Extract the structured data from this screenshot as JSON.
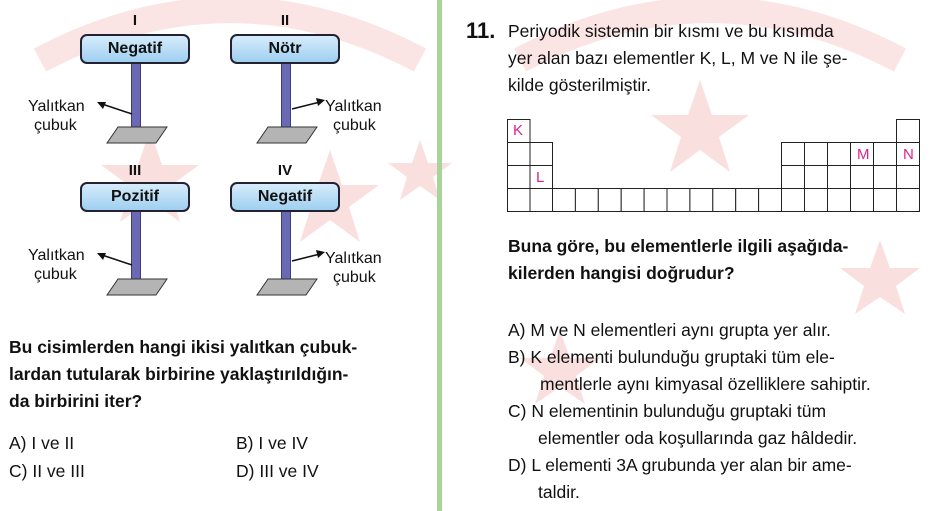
{
  "left": {
    "romans": [
      "I",
      "II",
      "III",
      "IV"
    ],
    "charges": [
      "Negatif",
      "Nötr",
      "Pozitif",
      "Negatif"
    ],
    "rod_label_line1": "Yalıtkan",
    "rod_label_line2": "çubuk",
    "question": [
      "Bu cisimlerden hangi ikisi yalıtkan çubuk-",
      "lardan tutularak birbirine yaklaştırıldığın-",
      "da birbirini iter?"
    ],
    "options": [
      {
        "letter": "A)",
        "text": "I ve II"
      },
      {
        "letter": "B)",
        "text": "I ve IV"
      },
      {
        "letter": "C)",
        "text": "II ve III"
      },
      {
        "letter": "D)",
        "text": "III ve IV"
      }
    ]
  },
  "right": {
    "number": "11.",
    "intro": [
      "Periyodik sistemin bir kısmı ve bu kısımda",
      "yer alan bazı elementler K, L, M ve N ile şe-",
      "kilde gösterilmiştir."
    ],
    "elements": {
      "k": "K",
      "l": "L",
      "m": "M",
      "n": "N"
    },
    "question": [
      "Buna göre, bu elementlerle ilgili aşağıda-",
      "kilerden hangisi doğrudur?"
    ],
    "options": [
      {
        "letter": "A)",
        "lines": [
          "M ve N elementleri aynı grupta yer alır."
        ]
      },
      {
        "letter": "B)",
        "lines": [
          "K elementi bulunduğu gruptaki tüm ele-",
          "mentlerle aynı kimyasal özelliklere sahiptir."
        ]
      },
      {
        "letter": "C)",
        "lines": [
          "N elementinin bulunduğu gruptaki tüm",
          "elementler oda koşullarında gaz hâldedir."
        ]
      },
      {
        "letter": "D)",
        "lines": [
          "L elementi 3A grubunda yer alan bir ame-",
          "taldir."
        ]
      }
    ]
  },
  "colors": {
    "pole": "#6a6ab4",
    "box": "#bfe0f7",
    "divider": "#a8d39a",
    "element": "#e0208c",
    "watermark": "#f3b3b3"
  }
}
